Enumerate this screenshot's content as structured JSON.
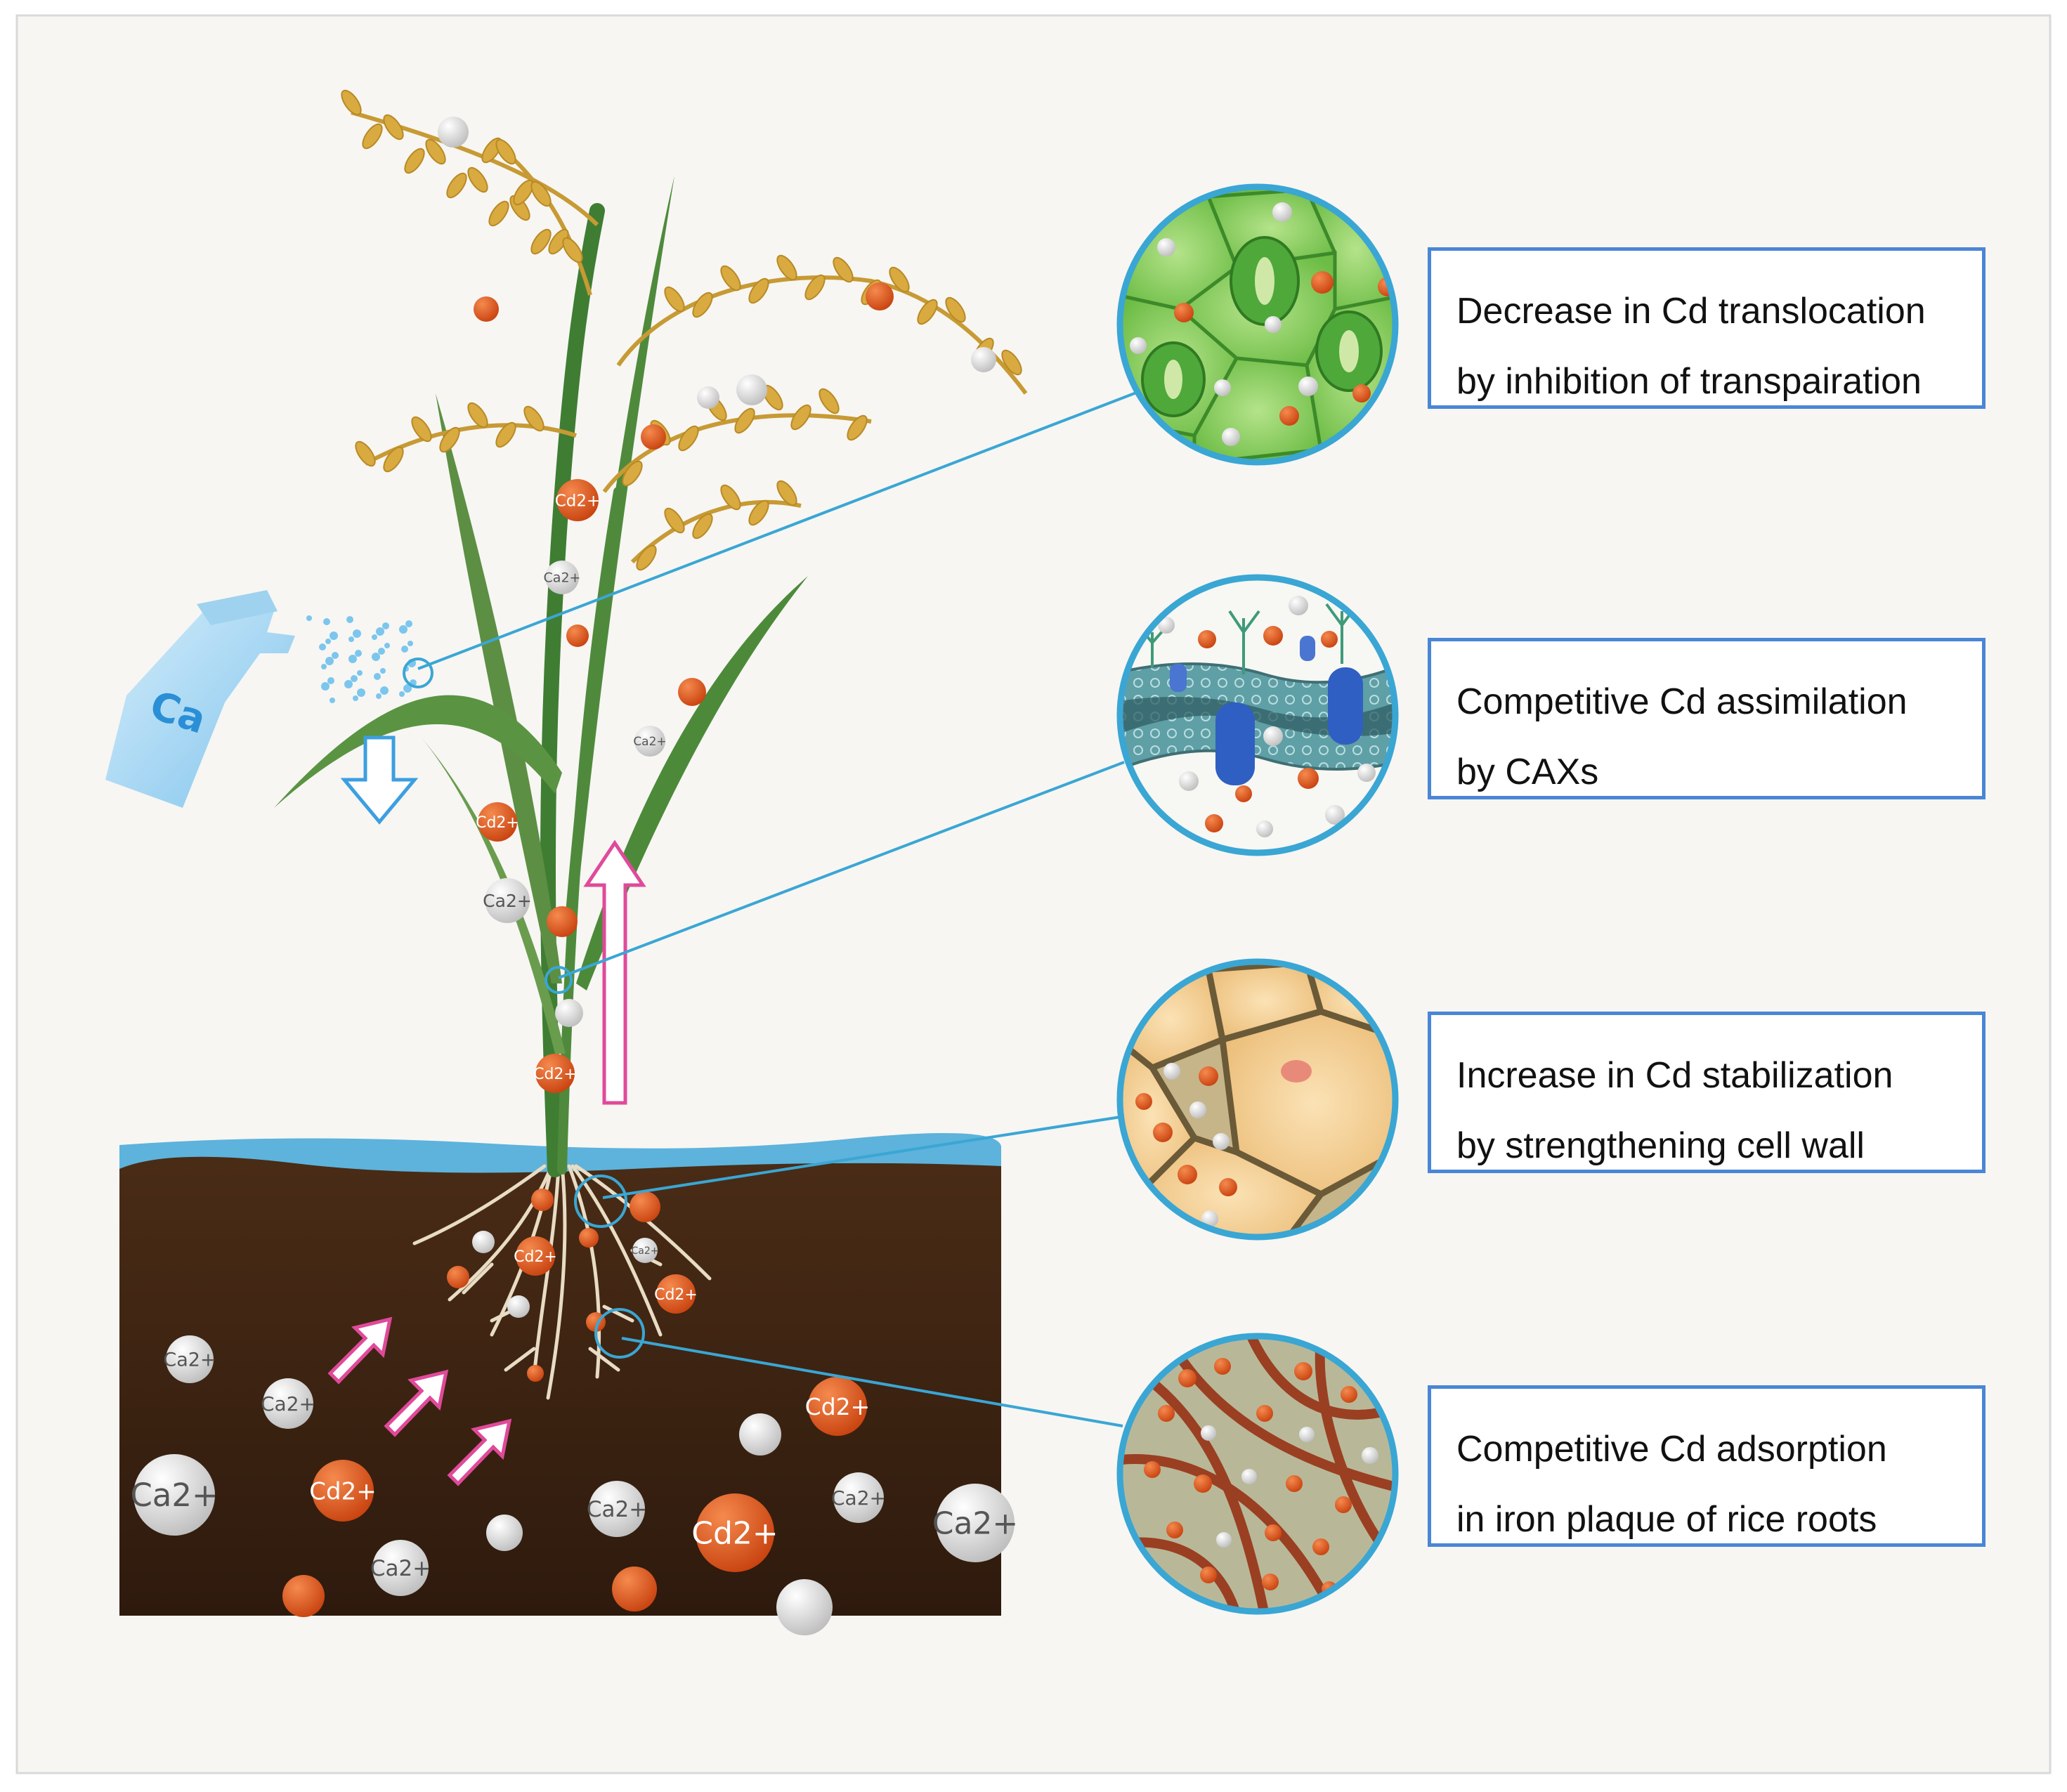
{
  "spray_bottle": {
    "label": "Ca"
  },
  "ion_labels": {
    "cd": "Cd2+",
    "ca": "Ca2+"
  },
  "mechanisms": [
    {
      "line1": "Decrease in Cd translocation",
      "line2": "by inhibition of transpairation"
    },
    {
      "line1": "Competitive Cd assimilation",
      "line2": "by CAXs"
    },
    {
      "line1": "Increase in Cd stabilization",
      "line2": "by strengthening cell wall"
    },
    {
      "line1": "Competitive Cd adsorption",
      "line2": "in iron plaque of rice roots"
    }
  ],
  "colors": {
    "frame_border": "#d9d9d9",
    "box_border": "#4a86d6",
    "connector": "#3aa6d4",
    "circle_border": "#3aa6d4",
    "soil": "#3d2414",
    "water": "#5db3dc",
    "cd_ion": "#e0541c",
    "ca_ion": "#e4e4e4",
    "leaf": "#4f8a3c",
    "grain": "#d6a536",
    "arrow_pink": "#e04a9a",
    "arrow_blue": "#3c9fe0"
  }
}
